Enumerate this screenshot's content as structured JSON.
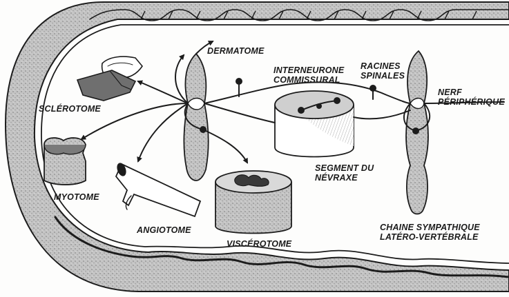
{
  "labels": {
    "dermatome": "DERMATOME",
    "sclerotome": "SCLÉROTOME",
    "myotome": "MYOTOME",
    "angiotome": "ANGIOTOME",
    "viscerotome": "VISCÉROTOME",
    "interneurone_line1": "INTERNEURONE",
    "interneurone_line2": "COMMISSURAL",
    "racines_line1": "RACINES",
    "racines_line2": "SPINALES",
    "nerf_line1": "NERF",
    "nerf_line2": "PÉRIPHÉRIQUE",
    "segment_line1": "SEGMENT DU",
    "segment_line2": "NÉVRAXE",
    "chaine_line1": "CHAINE SYMPATHIQUE",
    "chaine_line2": "LATÉRO-VERTÉBRALE"
  },
  "colors": {
    "ink": "#1c1c1c",
    "tissue_gray": "#b9b9b9",
    "dark_gray": "#6f6f6f",
    "light_gray": "#d9d9d9",
    "paper": "#fdfdfc"
  }
}
